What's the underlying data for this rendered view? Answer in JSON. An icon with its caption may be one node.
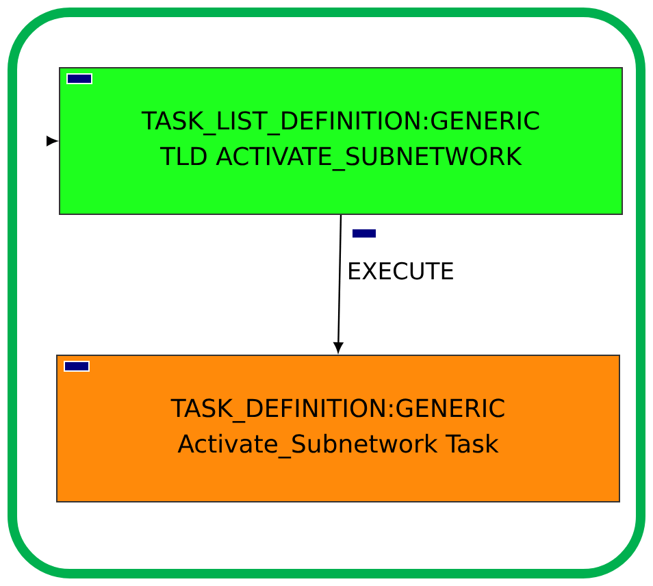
{
  "diagram": {
    "nodes": [
      {
        "text": [
          "TASK_LIST_DEFINITION:GENERIC",
          "TLD ACTIVATE_SUBNETWORK"
        ]
      },
      {
        "text": [
          "TASK_DEFINITION:GENERIC",
          "Activate_Subnetwork Task"
        ]
      }
    ],
    "edges": [
      {
        "from": 0,
        "to": 1,
        "arrow": "to",
        "label": "EXECUTE"
      },
      {
        "from": null,
        "to": 0,
        "arrow": "to"
      }
    ]
  }
}
